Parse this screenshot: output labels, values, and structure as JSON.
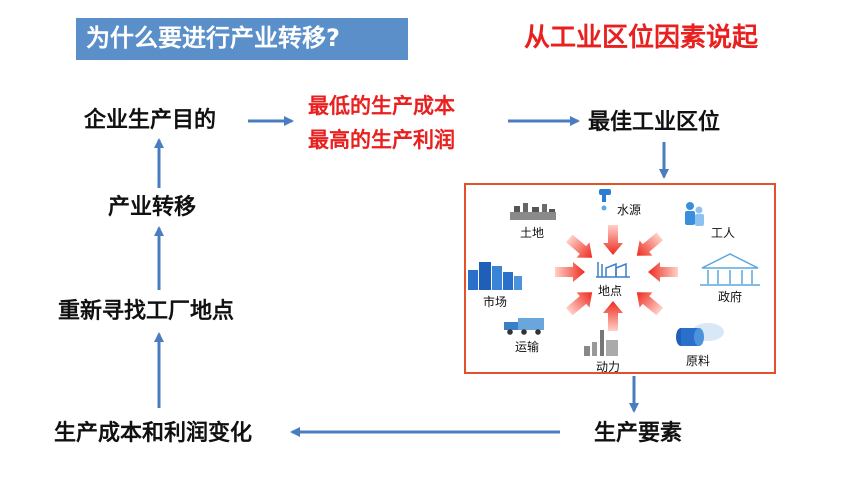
{
  "header": {
    "title": "为什么要进行产业转移?",
    "subtitle": "从工业区位因素说起"
  },
  "flow": {
    "purpose": "企业生产目的",
    "goal_line1": "最低的生产成本",
    "goal_line2": "最高的生产利润",
    "best_location": "最佳工业区位",
    "transfer": "产业转移",
    "relocate": "重新寻找工厂地点",
    "factors": "生产要素",
    "change": "生产成本和利润变化"
  },
  "location_panel": {
    "center": "地点",
    "factors": [
      "水源",
      "土地",
      "工人",
      "市场",
      "政府",
      "运输",
      "动力",
      "原料"
    ]
  },
  "colors": {
    "title_bg": "#5b8fc9",
    "accent_red": "#e8201f",
    "arrow_blue": "#4a7cc0",
    "panel_border": "#e2512c"
  }
}
